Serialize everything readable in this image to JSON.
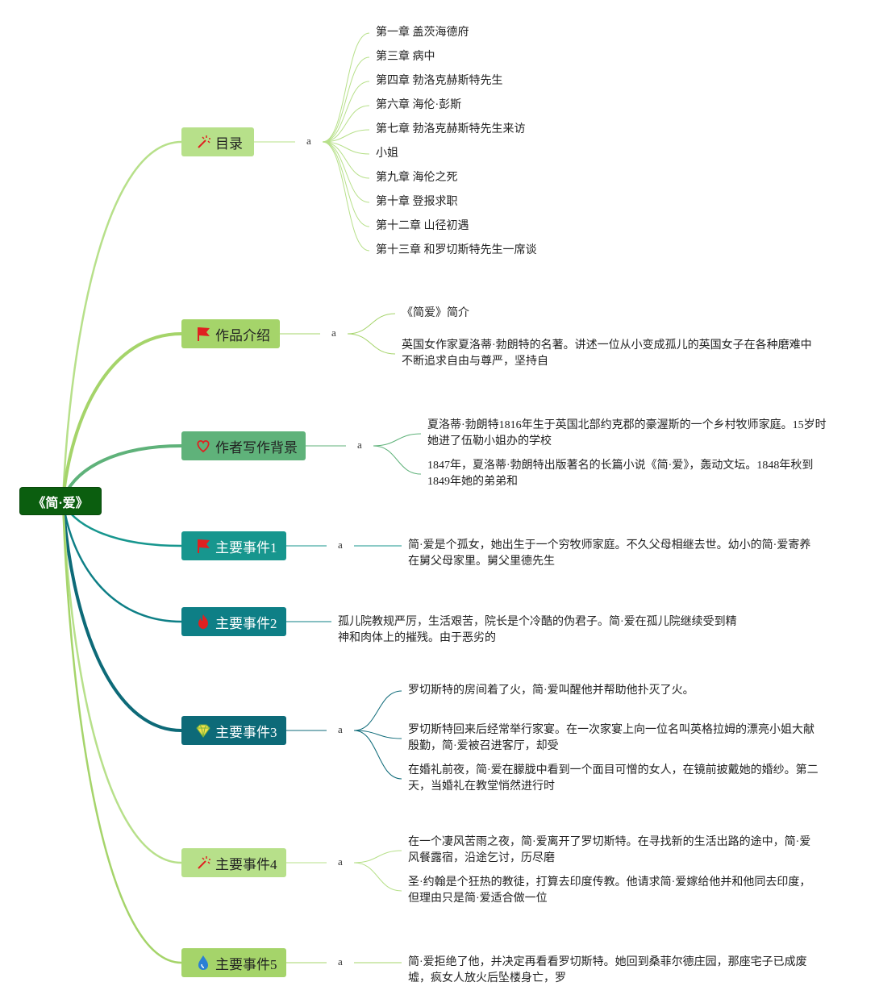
{
  "root": {
    "label": "《简·爱》"
  },
  "branches": [
    {
      "label": "目录",
      "icon": "wand-icon",
      "mid": "a",
      "leaves": [
        "第一章 盖茨海德府",
        "第三章 病中",
        "第四章 勃洛克赫斯特先生",
        "第六章 海伦·彭斯",
        "第七章 勃洛克赫斯特先生来访",
        "小姐",
        "第九章 海伦之死",
        "第十章 登报求职",
        "第十二章 山径初遇",
        "第十三章 和罗切斯特先生一席谈"
      ]
    },
    {
      "label": "作品介绍",
      "icon": "flag-icon",
      "mid": "a",
      "leaves": [
        "《简爱》简介",
        "英国女作家夏洛蒂·勃朗特的名著。讲述一位从小变成孤儿的英国女子在各种磨难中不断追求自由与尊严，坚持自"
      ]
    },
    {
      "label": "作者写作背景",
      "icon": "heart-icon",
      "mid": "a",
      "leaves": [
        "夏洛蒂·勃朗特1816年生于英国北部约克郡的豪渥斯的一个乡村牧师家庭。15岁时她进了伍勒小姐办的学校",
        "1847年，夏洛蒂·勃朗特出版著名的长篇小说《简·爱》，轰动文坛。1848年秋到1849年她的弟弟和"
      ]
    },
    {
      "label": "主要事件1",
      "icon": "flag-icon",
      "mid": "a",
      "leaves": [
        "简·爱是个孤女，她出生于一个穷牧师家庭。不久父母相继去世。幼小的简·爱寄养在舅父母家里。舅父里德先生"
      ]
    },
    {
      "label": "主要事件2",
      "icon": "fire-icon",
      "mid": "",
      "leaves": [
        "孤儿院教规严厉，生活艰苦，院长是个冷酷的伪君子。简·爱在孤儿院继续受到精神和肉体上的摧残。由于恶劣的"
      ]
    },
    {
      "label": "主要事件3",
      "icon": "diamond-icon",
      "mid": "a",
      "leaves": [
        "罗切斯特的房间着了火，简·爱叫醒他并帮助他扑灭了火。",
        "罗切斯特回来后经常举行家宴。在一次家宴上向一位名叫英格拉姆的漂亮小姐大献殷勤，简·爱被召进客厅，却受",
        "在婚礼前夜，简·爱在朦胧中看到一个面目可憎的女人，在镜前披戴她的婚纱。第二天，当婚礼在教堂悄然进行时"
      ]
    },
    {
      "label": "主要事件4",
      "icon": "wand-icon",
      "mid": "a",
      "leaves": [
        "在一个凄风苦雨之夜，简·爱离开了罗切斯特。在寻找新的生活出路的途中，简·爱风餐露宿，沿途乞讨，历尽磨",
        "圣·约翰是个狂热的教徒，打算去印度传教。他请求简·爱嫁给他并和他同去印度，但理由只是简·爱适合做一位"
      ]
    },
    {
      "label": "主要事件5",
      "icon": "water-drop-icon",
      "mid": "a",
      "leaves": [
        "简·爱拒绝了他，并决定再看看罗切斯特。她回到桑菲尔德庄园，那座宅子已成废墟，疯女人放火后坠楼身亡，罗"
      ]
    }
  ],
  "colors": {
    "root": "#0b5e0f",
    "branch_bg": [
      "#b7e08a",
      "#a5d46a",
      "#5fb27a",
      "#17968e",
      "#0e7f86",
      "#0d6a78",
      "#b7e08a",
      "#a5d46a"
    ],
    "branch_text": [
      "#222222",
      "#222222",
      "#222222",
      "#ffffff",
      "#ffffff",
      "#ffffff",
      "#222222",
      "#222222"
    ],
    "edge": [
      "#b7e08a",
      "#a5d46a",
      "#5fb27a",
      "#17968e",
      "#0e7f86",
      "#0d6a78",
      "#b7e08a",
      "#a5d46a"
    ],
    "icon": "#e02020"
  }
}
